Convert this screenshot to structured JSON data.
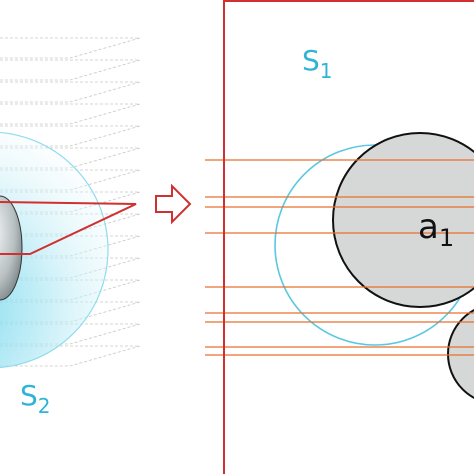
{
  "labels": {
    "s1": "S",
    "s1_sub": "1",
    "s2": "S",
    "s2_sub": "2",
    "a1": "a",
    "a1_sub": "1"
  },
  "colors": {
    "sphere_outline": "#5ac8e0",
    "slice_line": "#e8702a",
    "frame": "#d03030",
    "particle_fill": "#d6d8d8",
    "particle_stroke": "#111111",
    "stack_lines": "#c8c8c8",
    "label_blue": "#2fb4d6",
    "label_dark": "#111111"
  }
}
